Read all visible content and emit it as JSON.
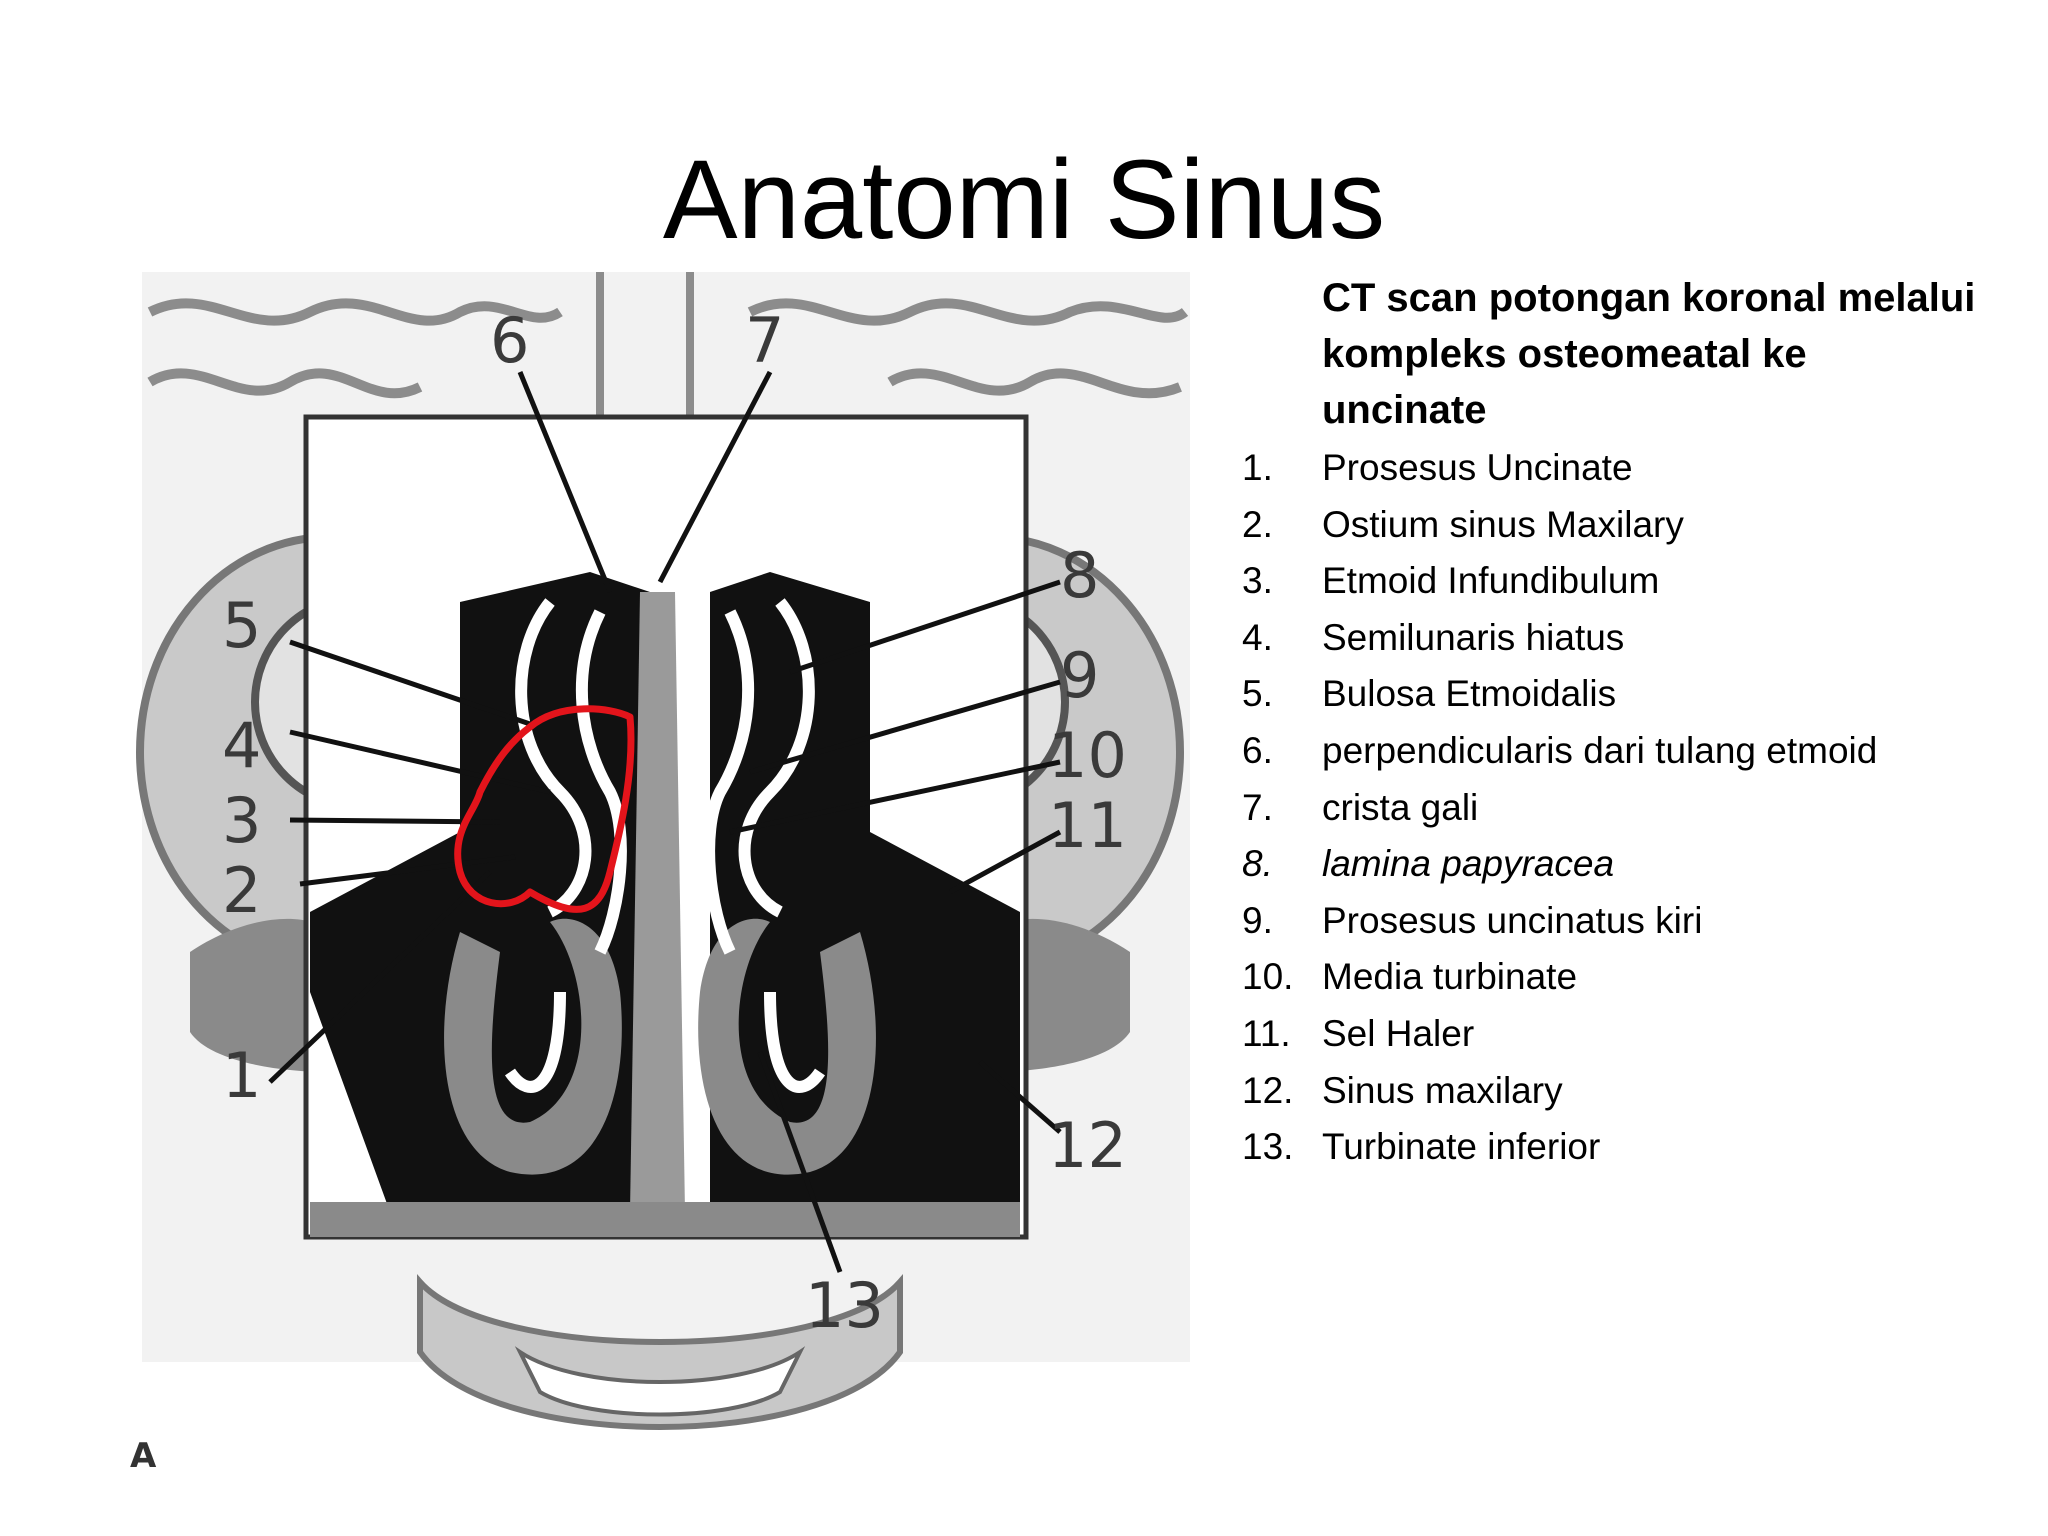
{
  "slide": {
    "title": "Anatomi Sinus",
    "caption": "CT scan potongan koronal melalui kompleks osteomeatal ke uncinate",
    "items": [
      {
        "num": "1.",
        "text": "Prosesus Uncinate",
        "italic": false
      },
      {
        "num": "2.",
        "text": "Ostium sinus Maxilary",
        "italic": false
      },
      {
        "num": "3.",
        "text": "Etmoid Infundibulum",
        "italic": false
      },
      {
        "num": "4.",
        "text": "Semilunaris hiatus",
        "italic": false
      },
      {
        "num": "5.",
        "text": "Bulosa Etmoidalis",
        "italic": false
      },
      {
        "num": "6.",
        "text": "perpendicularis dari tulang etmoid",
        "italic": false
      },
      {
        "num": "7.",
        "text": "crista gali",
        "italic": false
      },
      {
        "num": "8.",
        "text": "lamina papyracea",
        "italic": true
      },
      {
        "num": "9.",
        "text": "Prosesus uncinatus kiri",
        "italic": false
      },
      {
        "num": "10.",
        "text": "Media turbinate",
        "italic": false
      },
      {
        "num": "11.",
        "text": "Sel Haler",
        "italic": false
      },
      {
        "num": "12.",
        "text": "Sinus maxilary",
        "italic": false
      },
      {
        "num": "13.",
        "text": "Turbinate inferior",
        "italic": false
      }
    ]
  },
  "figure": {
    "panel_letter": "A",
    "labels": [
      "1",
      "2",
      "3",
      "4",
      "5",
      "6",
      "7",
      "8",
      "9",
      "10",
      "11",
      "12",
      "13"
    ],
    "highlight_color": "#e3141b",
    "colors": {
      "black": "#111111",
      "gray": "#8a8a8a",
      "light": "#d8d8d8"
    }
  }
}
